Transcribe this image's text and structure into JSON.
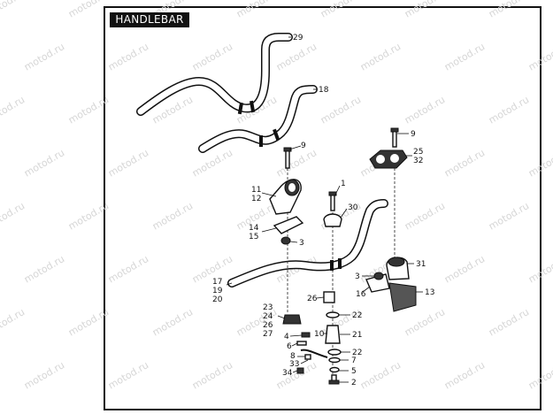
{
  "title": "HANDLEBAR",
  "watermark": "motod.ru",
  "callouts": [
    {
      "id": "c29",
      "text": "29"
    },
    {
      "id": "c18",
      "text": "18"
    },
    {
      "id": "c9a",
      "text": "9"
    },
    {
      "id": "c9b",
      "text": "9"
    },
    {
      "id": "c25",
      "text": "25"
    },
    {
      "id": "c32",
      "text": "32"
    },
    {
      "id": "c11",
      "text": "11"
    },
    {
      "id": "c12",
      "text": "12"
    },
    {
      "id": "c1",
      "text": "1"
    },
    {
      "id": "c30",
      "text": "30"
    },
    {
      "id": "c14",
      "text": "14"
    },
    {
      "id": "c15",
      "text": "15"
    },
    {
      "id": "c3a",
      "text": "3"
    },
    {
      "id": "c31",
      "text": "31"
    },
    {
      "id": "c17",
      "text": "17"
    },
    {
      "id": "c19",
      "text": "19"
    },
    {
      "id": "c20",
      "text": "20"
    },
    {
      "id": "c3b",
      "text": "3"
    },
    {
      "id": "c13",
      "text": "13"
    },
    {
      "id": "c16",
      "text": "16"
    },
    {
      "id": "c26a",
      "text": "26"
    },
    {
      "id": "c23",
      "text": "23"
    },
    {
      "id": "c24",
      "text": "24"
    },
    {
      "id": "c26b",
      "text": "26"
    },
    {
      "id": "c27",
      "text": "27"
    },
    {
      "id": "c22a",
      "text": "22"
    },
    {
      "id": "c10",
      "text": "10"
    },
    {
      "id": "c21",
      "text": "21"
    },
    {
      "id": "c4",
      "text": "4"
    },
    {
      "id": "c6",
      "text": "6"
    },
    {
      "id": "c22b",
      "text": "22"
    },
    {
      "id": "c8",
      "text": "8"
    },
    {
      "id": "c7",
      "text": "7"
    },
    {
      "id": "c33",
      "text": "33"
    },
    {
      "id": "c5",
      "text": "5"
    },
    {
      "id": "c34",
      "text": "34"
    },
    {
      "id": "c2",
      "text": "2"
    }
  ]
}
